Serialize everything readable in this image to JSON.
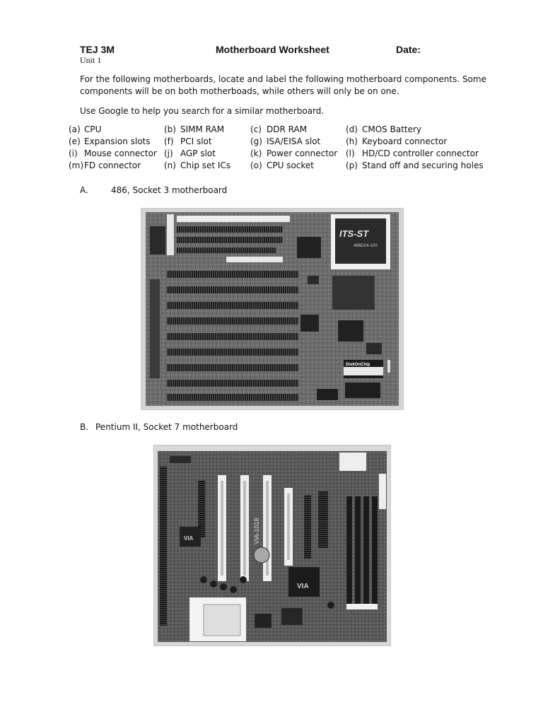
{
  "header": {
    "course": "TEJ 3M",
    "title": "Motherboard Worksheet",
    "date_label": "Date:",
    "unit": "Unit 1"
  },
  "instructions": {
    "p1": "For the following motherboards, locate and label the following motherboard components. Some components will be on both motherboads, while others will only be on one.",
    "p2": "Use Google to help you search for a similar motherboard."
  },
  "components": [
    {
      "key": "(a)",
      "label": "CPU"
    },
    {
      "key": "(b)",
      "label": "SIMM RAM"
    },
    {
      "key": "(c)",
      "label": "DDR RAM"
    },
    {
      "key": "(d)",
      "label": "CMOS Battery"
    },
    {
      "key": "(e)",
      "label": "Expansion slots"
    },
    {
      "key": "(f)",
      "label": "PCI slot"
    },
    {
      "key": "(g)",
      "label": "ISA/EISA slot"
    },
    {
      "key": "(h)",
      "label": "Keyboard connector"
    },
    {
      "key": "(i)",
      "label": "Mouse connector"
    },
    {
      "key": "(j)",
      "label": "AGP slot"
    },
    {
      "key": "(k)",
      "label": "Power connector"
    },
    {
      "key": "(l)",
      "label": "HD/CD controller connector"
    },
    {
      "key": "(m)",
      "label": "FD connector"
    },
    {
      "key": "(n)",
      "label": "Chip set ICs"
    },
    {
      "key": "(o)",
      "label": "CPU socket"
    },
    {
      "key": "(p)",
      "label": "Stand off and securing holes"
    }
  ],
  "section_a": {
    "letter": "A.",
    "title": "486, Socket 3 motherboard",
    "chip_brand": "ITS-ST",
    "chip_model": "486DX4-100",
    "flash_label": "DiskOnChip"
  },
  "section_b": {
    "letter": "B.",
    "title": "Pentium II, Socket 7 motherboard",
    "board_model": "VIA-1018",
    "chip_logo_1": "VIA",
    "chip_logo_2": "VIA"
  }
}
